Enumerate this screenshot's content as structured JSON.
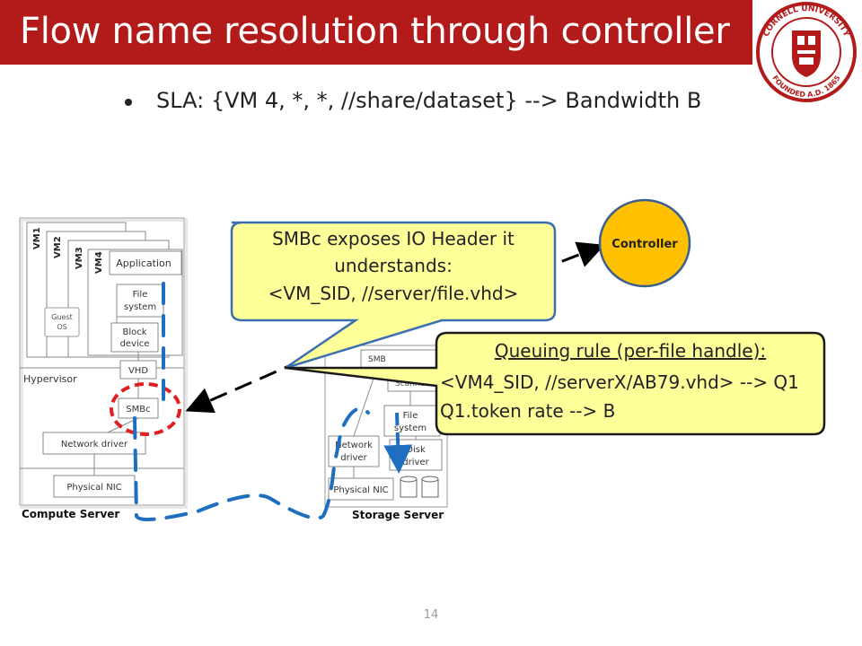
{
  "header": {
    "title": "Flow name resolution through controller",
    "logo_text_top": "CORNELL UNIVERSITY",
    "logo_text_bottom": "FOUNDED A.D. 1865"
  },
  "bullet": {
    "text": "SLA: {VM 4, *, *, //share/dataset} --> Bandwidth B"
  },
  "compute_server": {
    "label": "Compute Server",
    "vm_labels": [
      "VM1",
      "VM2",
      "VM3",
      "VM4"
    ],
    "guest_os": [
      "Guest",
      "OS"
    ],
    "application": "Application",
    "file_system": [
      "File",
      "system"
    ],
    "block_device": [
      "Block",
      "device"
    ],
    "vhd": "VHD",
    "hypervisor": "Hypervisor",
    "smbc": "SMBc",
    "network_driver": "Network driver",
    "physical_nic": "Physical NIC"
  },
  "storage_server": {
    "label": "Storage Server",
    "smb_partial": "SMB",
    "scanner": "Scanner",
    "file_system": [
      "File",
      "system"
    ],
    "network_driver": [
      "Network",
      "driver"
    ],
    "disk_driver": [
      "Disk",
      "driver"
    ],
    "physical_nic": "Physical NIC"
  },
  "controller": {
    "label": "Controller"
  },
  "callout_smbc": {
    "lines": [
      "SMBc exposes IO Header it",
      "understands:",
      "<VM_SID, //server/file.vhd>"
    ]
  },
  "callout_queue": {
    "heading": "Queuing rule (per-file handle):",
    "lines": [
      "<VM4_SID, //serverX/AB79.vhd> --> Q1",
      "Q1.token rate --> B"
    ]
  },
  "page_number": "14",
  "colors": {
    "title_bar": "#b31b1b",
    "callout_fill": "#ffff99",
    "controller_fill": "#ffc000",
    "flow_dash": "#1f6fc0",
    "highlight": "#e02020"
  }
}
